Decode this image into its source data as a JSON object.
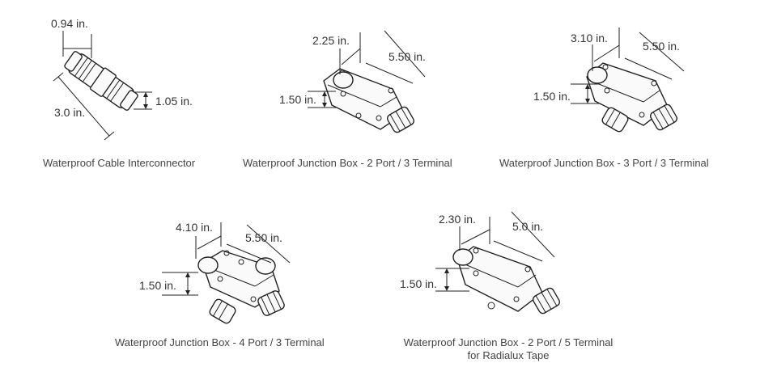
{
  "products": [
    {
      "caption": "Waterproof  Cable Interconnector",
      "dims": {
        "width": "0.94 in.",
        "height": "1.05 in.",
        "length": "3.0 in."
      }
    },
    {
      "caption": "Waterproof Junction Box - 2 Port / 3 Terminal",
      "dims": {
        "depth": "2.25 in.",
        "length": "5.50 in.",
        "height": "1.50 in."
      }
    },
    {
      "caption": "Waterproof Junction Box - 3 Port / 3 Terminal",
      "dims": {
        "depth": "3.10 in.",
        "length": "5.50 in.",
        "height": "1.50 in."
      }
    },
    {
      "caption": "Waterproof Junction Box - 4 Port / 3 Terminal",
      "dims": {
        "depth": "4.10 in.",
        "length": "5.50 in.",
        "height": "1.50 in."
      }
    },
    {
      "caption_line1": "Waterproof Junction Box - 2 Port / 5 Terminal",
      "caption_line2": "for Radialux Tape",
      "dims": {
        "depth": "2.30 in.",
        "length": "5.0 in.",
        "height": "1.50 in."
      }
    }
  ]
}
